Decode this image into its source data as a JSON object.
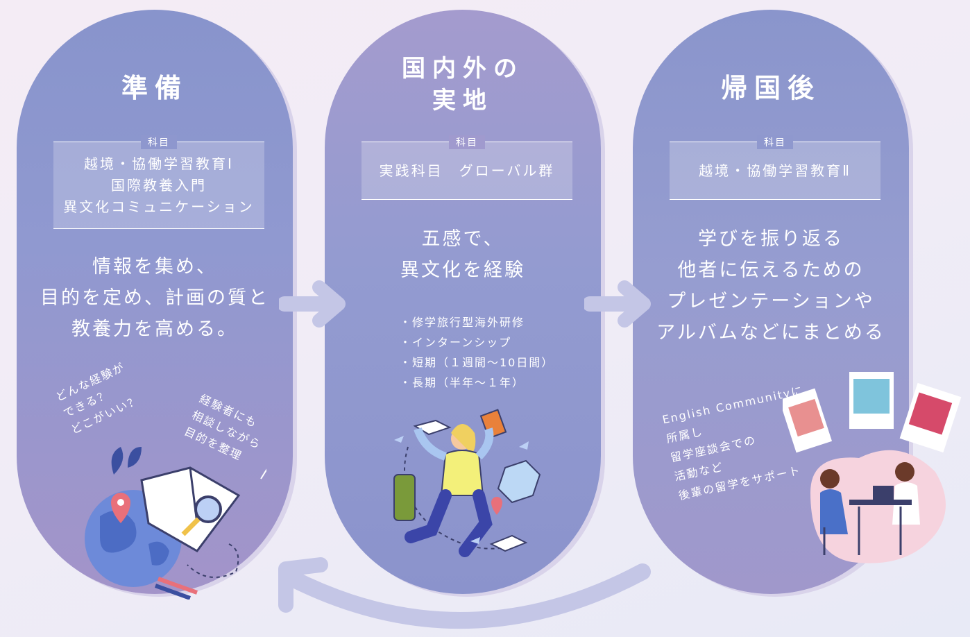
{
  "stages": [
    {
      "title_lines": [
        "準備"
      ],
      "subject_tag": "科目",
      "subjects": [
        "越境・協働学習教育Ⅰ",
        "国際教養入門",
        "異文化コミュニケーション"
      ],
      "lead_lines": [
        "情報を集め、",
        "目的を定め、計画の質と",
        "教養力を高める。"
      ],
      "note_left": [
        "どんな経験が",
        "できる？",
        "どこがいい？"
      ],
      "note_right": [
        "経験者にも",
        "相談しながら",
        "目的を整理"
      ]
    },
    {
      "title_lines": [
        "国内外の",
        "実地"
      ],
      "subject_tag": "科目",
      "subjects": [
        "実践科目　グローバル群"
      ],
      "lead_lines": [
        "五感で、",
        "異文化を経験"
      ],
      "bullets": [
        "・修学旅行型海外研修",
        "・インターンシップ",
        "・短期（１週間～10日間）",
        "・長期（半年～１年）"
      ]
    },
    {
      "title_lines": [
        "帰国後"
      ],
      "subject_tag": "科目",
      "subjects": [
        "越境・協働学習教育Ⅱ"
      ],
      "lead_lines": [
        "学びを振り返る",
        "他者に伝えるための",
        "プレゼンテーションや",
        "アルバムなどにまとめる"
      ],
      "note": [
        "English Communityに",
        "所属し",
        "留学座談会での",
        "活動など",
        "後輩の留学をサポート"
      ]
    }
  ],
  "colors": {
    "pill": "#9299cf",
    "arrow": "#c4c6e6",
    "text": "#ffffff"
  }
}
